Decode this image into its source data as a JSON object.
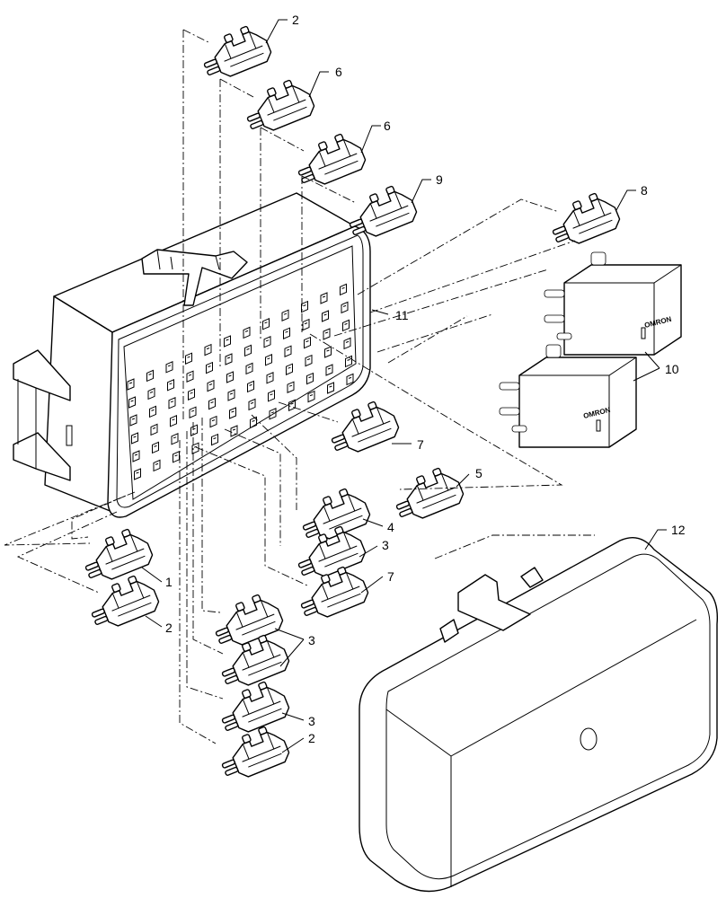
{
  "callouts": [
    {
      "id": "c2a",
      "label": "2"
    },
    {
      "id": "c6a",
      "label": "6"
    },
    {
      "id": "c6b",
      "label": "6"
    },
    {
      "id": "c9",
      "label": "9"
    },
    {
      "id": "c8",
      "label": "8"
    },
    {
      "id": "c11",
      "label": "11"
    },
    {
      "id": "c10",
      "label": "10"
    },
    {
      "id": "c7a",
      "label": "7"
    },
    {
      "id": "c5",
      "label": "5"
    },
    {
      "id": "c4",
      "label": "4"
    },
    {
      "id": "c3a",
      "label": "3"
    },
    {
      "id": "c7b",
      "label": "7"
    },
    {
      "id": "c1",
      "label": "1"
    },
    {
      "id": "c2b",
      "label": "2"
    },
    {
      "id": "c3b",
      "label": "3"
    },
    {
      "id": "c3c",
      "label": "3"
    },
    {
      "id": "c2c",
      "label": "2"
    },
    {
      "id": "c12",
      "label": "12"
    }
  ],
  "relay_brand": "OMRON"
}
